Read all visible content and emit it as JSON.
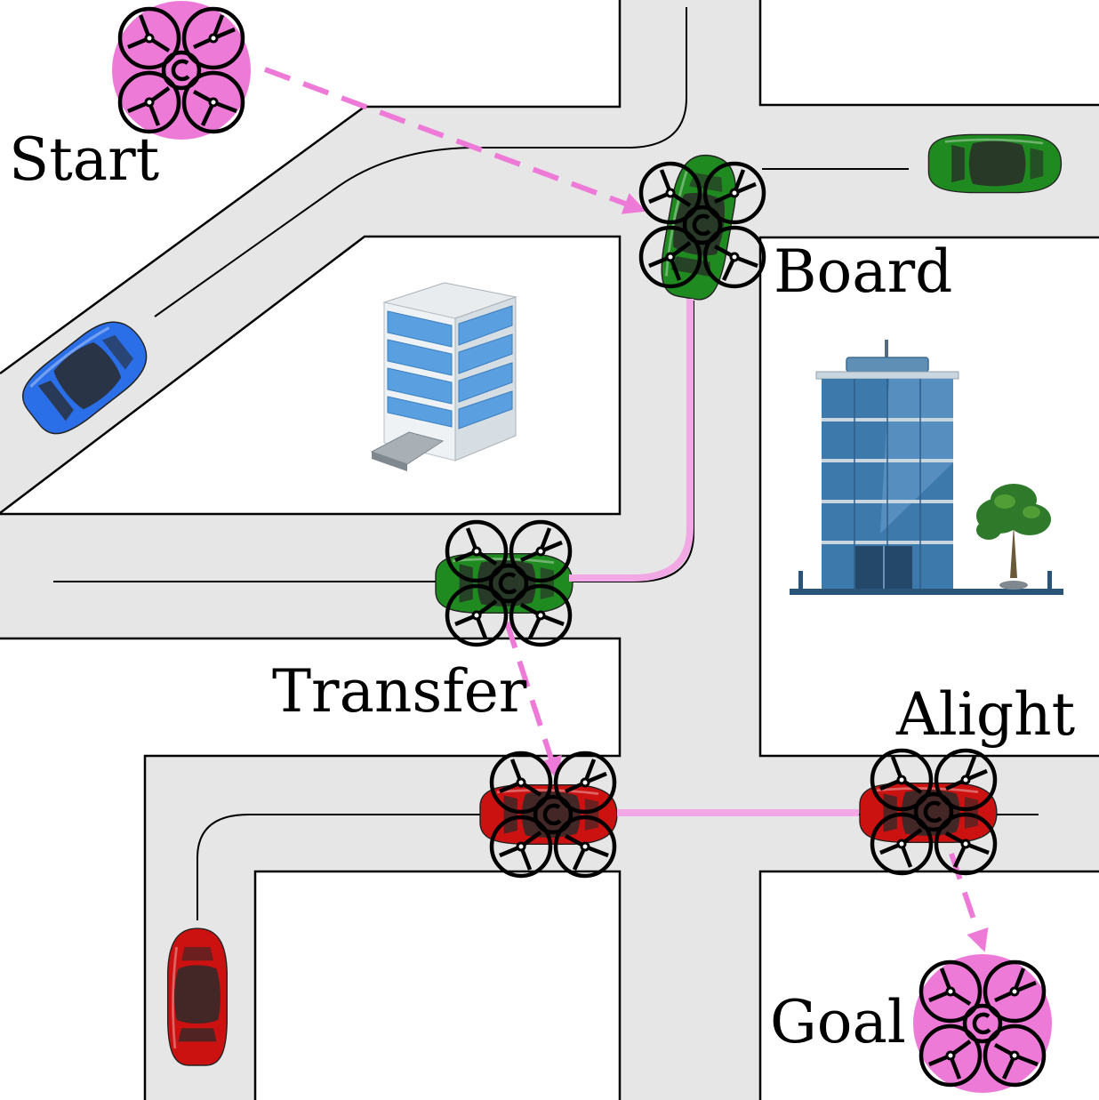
{
  "labels": {
    "start": "Start",
    "board": "Board",
    "transfer": "Transfer",
    "alight": "Alight",
    "goal": "Goal"
  },
  "icons": {
    "drone": "quadcopter-drone-icon",
    "car": "car-icon",
    "building": "office-building-icon",
    "tree": "tree-icon"
  },
  "colors": {
    "road": "#e6e6e6",
    "drone_highlight": "#ee7ad8",
    "flight_path": "#ee7ad8",
    "ride_path": "#f2a8e4",
    "car_blue": "#2a6ee8",
    "car_green": "#1f8a1f",
    "car_red": "#cc1111",
    "building_blue": "#4f86b8"
  }
}
